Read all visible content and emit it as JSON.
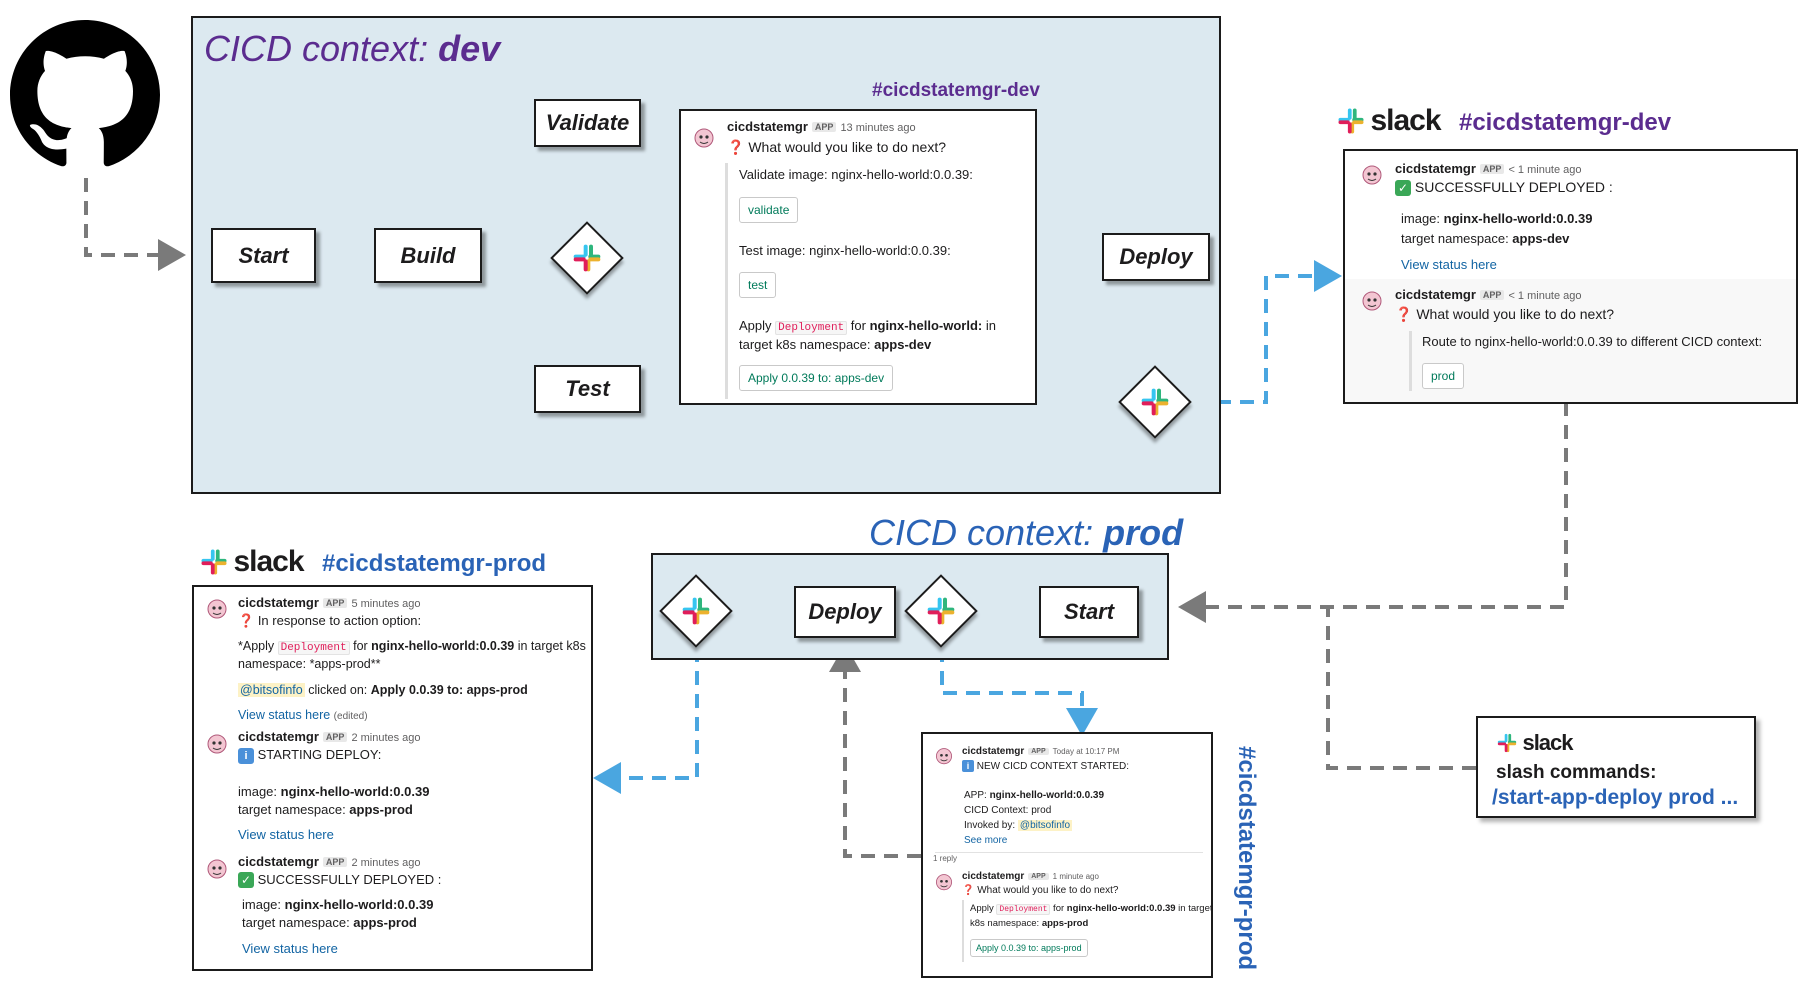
{
  "contexts": {
    "dev": {
      "prefix": "CICD context: ",
      "name": "dev",
      "color": "#5b2c8f"
    },
    "prod": {
      "prefix": "CICD context: ",
      "name": "prod",
      "color": "#2a63b6"
    }
  },
  "dev_nodes": {
    "start": "Start",
    "build": "Build",
    "validate": "Validate",
    "test": "Test",
    "deploy": "Deploy"
  },
  "prod_nodes": {
    "deploy": "Deploy",
    "start": "Start"
  },
  "colors": {
    "dashed_gray": "#7a7a7a",
    "dashed_blue": "#4aa6e0",
    "purple": "#5b2c8f",
    "blue": "#2a63b6"
  },
  "channel_dev_label": "#cicdstatemgr-dev",
  "card_dev": {
    "user": "cicdstatemgr",
    "badge": "APP",
    "time": "13 minutes ago",
    "question": "What would you like to do next?",
    "validate_text": "Validate image: nginx-hello-world:0.0.39:",
    "validate_btn": "validate",
    "test_text": "Test image: nginx-hello-world:0.0.39:",
    "test_btn": "test",
    "apply_pre": "Apply ",
    "apply_code": "Deployment",
    "apply_mid": " for ",
    "apply_bold": "nginx-hello-world:",
    "apply_post": " in",
    "apply_line2_pre": "target k8s namespace: ",
    "apply_line2_bold": "apps-dev",
    "apply_btn": "Apply 0.0.39 to: apps-dev"
  },
  "slack_dev": {
    "word": "slack",
    "channel": "#cicdstatemgr-dev",
    "m1": {
      "user": "cicdstatemgr",
      "badge": "APP",
      "time": "< 1 minute ago",
      "status": "SUCCESSFULLY DEPLOYED :",
      "image_label": "image: ",
      "image_val": "nginx-hello-world:0.0.39",
      "ns_label": "target namespace: ",
      "ns_val": "apps-dev",
      "link": "View status here"
    },
    "m2": {
      "user": "cicdstatemgr",
      "badge": "APP",
      "time": "< 1 minute ago",
      "question": "What would you like to do next?",
      "route": "Route to nginx-hello-world:0.0.39 to different CICD context:",
      "btn": "prod"
    }
  },
  "slack_prod": {
    "word": "slack",
    "channel": "#cicdstatemgr-prod",
    "m1": {
      "user": "cicdstatemgr",
      "badge": "APP",
      "time": "5 minutes ago",
      "text": "In response to action option:",
      "apply_pre": "*Apply ",
      "apply_code": "Deployment",
      "apply_mid": " for ",
      "apply_bold": "nginx-hello-world:0.0.39",
      "apply_post": " in target k8s",
      "line2": "namespace: *apps-prod**",
      "mention": "@bitsofinfo",
      "clicked": " clicked on: ",
      "clicked_bold": "Apply 0.0.39 to: apps-prod",
      "link": "View status here",
      "edited": "(edited)"
    },
    "m2": {
      "user": "cicdstatemgr",
      "badge": "APP",
      "time": "2 minutes ago",
      "status": "STARTING DEPLOY:",
      "image_label": "image: ",
      "image_val": "nginx-hello-world:0.0.39",
      "ns_label": "target namespace: ",
      "ns_val": "apps-prod",
      "link": "View status here"
    },
    "m3": {
      "user": "cicdstatemgr",
      "badge": "APP",
      "time": "2 minutes ago",
      "status": "SUCCESSFULLY DEPLOYED :",
      "image_label": "image: ",
      "image_val": "nginx-hello-world:0.0.39",
      "ns_label": "target namespace: ",
      "ns_val": "apps-prod",
      "link": "View status here"
    }
  },
  "thread_prod": {
    "channel_vertical": "#cicdstatemgr-prod",
    "m1": {
      "user": "cicdstatemgr",
      "badge": "APP",
      "time": "Today at 10:17 PM",
      "status": "NEW CICD CONTEXT STARTED:",
      "app_label": "APP: ",
      "app_val": "nginx-hello-world:0.0.39",
      "ctx_line": "CICD Context: prod",
      "invoked": "Invoked by: ",
      "mention": "@bitsofinfo",
      "more": "See more"
    },
    "reply": "1 reply",
    "m2": {
      "user": "cicdstatemgr",
      "badge": "APP",
      "time": "1 minute ago",
      "question": "What would you like to do next?",
      "apply_pre": "Apply ",
      "apply_code": "Deployment",
      "apply_mid": " for ",
      "apply_bold": "nginx-hello-world:0.0.39",
      "apply_post": " in target",
      "line2_pre": "k8s namespace: ",
      "line2_bold": "apps-prod",
      "btn": "Apply 0.0.39 to: apps-prod"
    }
  },
  "slash": {
    "word": "slack",
    "title": "slash commands:",
    "command": "/start-app-deploy prod ..."
  }
}
